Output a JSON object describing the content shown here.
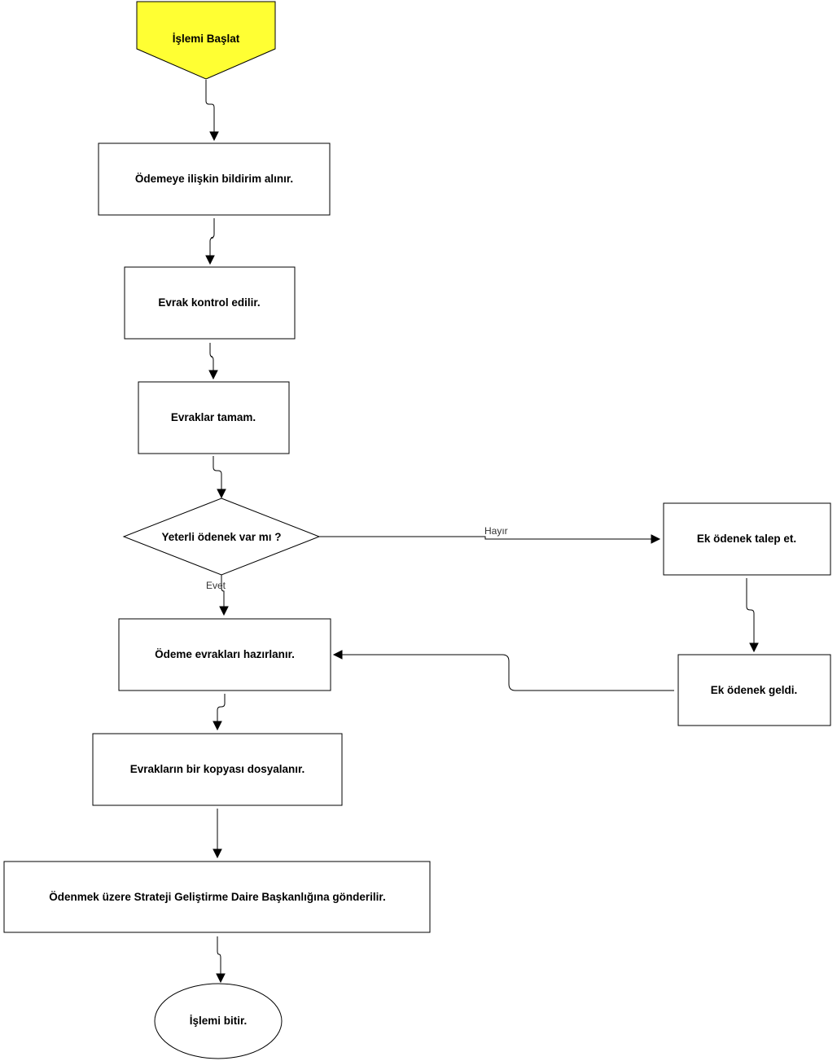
{
  "diagram": {
    "nodes": {
      "start": "İşlemi Başlat",
      "notification": "Ödemeye ilişkin bildirim alınır.",
      "check_docs": "Evrak kontrol edilir.",
      "docs_complete": "Evraklar tamam.",
      "decision": "Yeterli ödenek var mı ?",
      "extra_request": "Ek ödenek talep et.",
      "extra_arrived": "Ek ödenek geldi.",
      "prepare_docs": "Ödeme evrakları hazırlanır.",
      "file_copy": "Evrakların bir kopyası dosyalanır.",
      "send": "Ödenmek üzere Strateji Geliştirme Daire Başkanlığına gönderilir.",
      "end": "İşlemi bitir."
    },
    "edge_labels": {
      "no": "Hayır",
      "yes": "Evet"
    },
    "colors": {
      "start_fill": "#ffff33",
      "node_fill": "#ffffff",
      "stroke": "#000000"
    }
  }
}
